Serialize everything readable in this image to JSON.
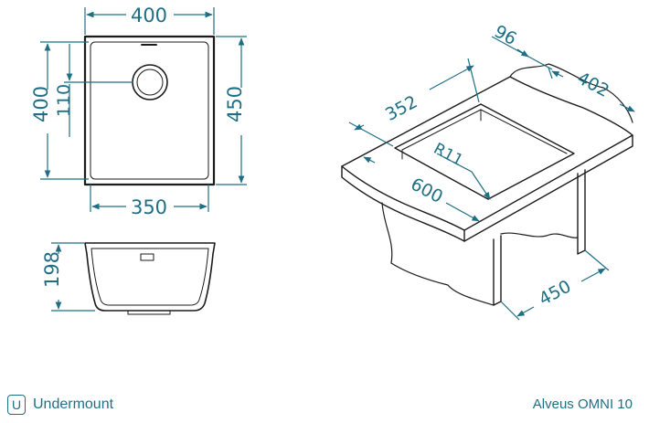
{
  "top_view": {
    "width_outer": "400",
    "width_inner": "350",
    "height_outer": "450",
    "height_inner": "400",
    "drain_offset": "110"
  },
  "side_view": {
    "depth": "198"
  },
  "iso_view": {
    "cutout_length": "352",
    "cutout_width": "402",
    "edge_offset": "96",
    "radius": "R11",
    "cabinet_width": "600",
    "cabinet_depth": "450"
  },
  "footer": {
    "mount_badge": "U",
    "mount_label": "Undermount",
    "model": "Alveus OMNI 10"
  },
  "colors": {
    "dimension": "#1f6f84",
    "outline": "#1b1b1b"
  }
}
